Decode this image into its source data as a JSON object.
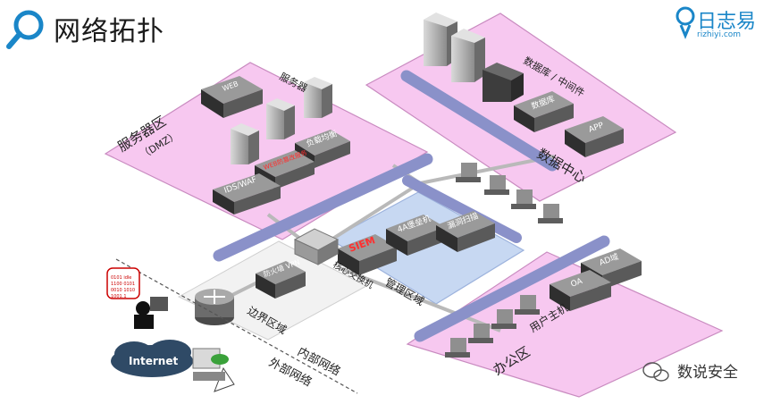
{
  "title": "网络拓扑",
  "brand": {
    "name": "日志易",
    "url": "rizhiyi.com"
  },
  "watermark": "数说安全",
  "zones": {
    "dmz": "服务器区",
    "dmz_sub": "（DMZ）",
    "servers_label": "服务器",
    "datacenter": "数据中心",
    "db_middleware": "数据库 / 中间件",
    "management": "管理区域",
    "office": "办公区",
    "user_hosts": "用户主机",
    "border": "边界区域",
    "internal_net": "内部网络",
    "external_net": "外部网络"
  },
  "devices": {
    "web": "WEB",
    "load_balancer": "负载均衡",
    "waf_red": "WEB防篡改服务",
    "ids_waf": "IDS/WAF",
    "database": "数据库",
    "app": "APP",
    "siem": "SIEM",
    "bastion": "4A堡垒机",
    "vuln_scan": "漏洞扫描",
    "core_switch": "核心交换机",
    "firewall_vpn": "防火墙\nVPN",
    "ad": "AD域",
    "oa": "OA",
    "internet": "Internet"
  },
  "attacker_bubble": [
    "0101 idle",
    "1100 0101",
    "0010 1010",
    "1001.1"
  ],
  "colors": {
    "zone_pink": "#f7c8f0",
    "zone_border": "#c98bc0",
    "mgmt_blue": "#c7d8f2",
    "bus": "#8a91c9",
    "server_dark": "#4c4c4c",
    "brand": "#1a86c8"
  }
}
